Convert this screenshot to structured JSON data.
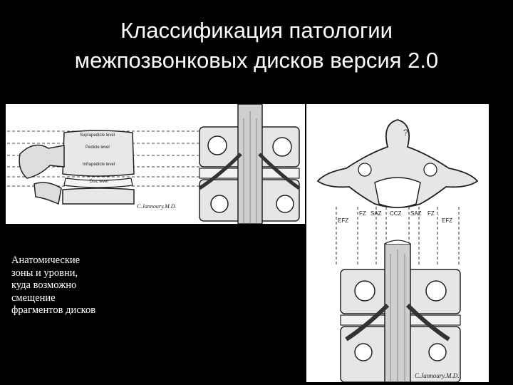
{
  "slide": {
    "title_lines": [
      "Классификация патологии",
      "межпозвонковых дисков версия 2.0"
    ],
    "caption_lines": [
      "Анатомические",
      "зоны и уровни,",
      "куда возможно",
      "смещение",
      "фрагментов дисков"
    ]
  },
  "figure_left": {
    "level_labels": [
      "Suprapedicle level",
      "Pedicle level",
      "Infrapedicle level",
      "Disc level"
    ],
    "signature": "C.Jannoury.M.D."
  },
  "figure_right": {
    "zone_labels": [
      "EFZ",
      "FZ",
      "SAZ",
      "CCZ",
      "SAZ",
      "FZ",
      "EFZ"
    ],
    "signature": "C.Jannoury.M.D."
  }
}
